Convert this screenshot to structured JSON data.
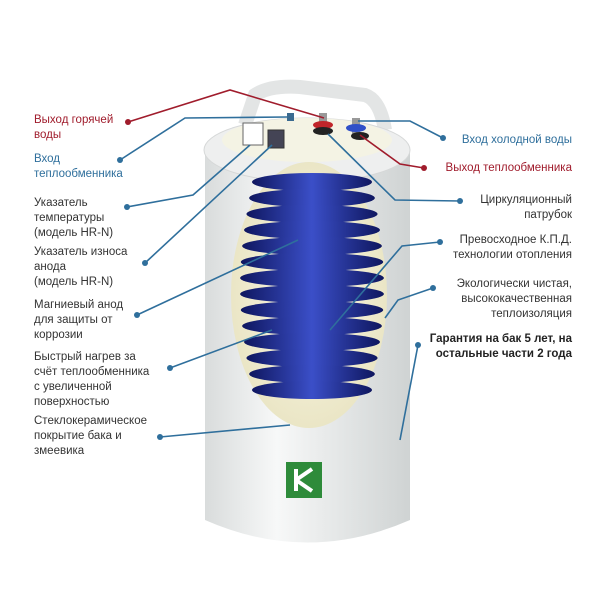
{
  "colors": {
    "red": "#a01c2c",
    "blue": "#2f6f9c",
    "coil": "#1d2a8a",
    "logo": "#2e8b3a"
  },
  "logo": {
    "letter": "K"
  },
  "labels_left": [
    {
      "id": "hot-water-out",
      "text": "Выход горячей\nводы"
    },
    {
      "id": "hx-in",
      "text": "Вход\nтеплообменника"
    },
    {
      "id": "temp-indicator",
      "text": "Указатель\nтемпературы\n(модель HR-N)"
    },
    {
      "id": "anode-indicator",
      "text": "Указатель износа\nанода\n(модель HR-N)"
    },
    {
      "id": "mg-anode",
      "text": "Магниевый анод\nдля защиты от\nкоррозии"
    },
    {
      "id": "fast-heating",
      "text": "Быстрый нагрев за\nсчёт теплообменника\nс увеличенной\nповерхностью"
    },
    {
      "id": "glass-ceramic",
      "text": "Стеклокерамическое\nпокрытие бака и\nзмеевика"
    }
  ],
  "labels_right": [
    {
      "id": "cold-water-in",
      "text": "Вход холодной воды"
    },
    {
      "id": "hx-out",
      "text": "Выход теплообменника"
    },
    {
      "id": "circulation",
      "text": "Циркуляционный\nпатрубок"
    },
    {
      "id": "efficiency",
      "text": "Превосходное К.П.Д.\nтехнологии отопления"
    },
    {
      "id": "insulation",
      "text": "Экологически чистая,\nвысококачественная\nтеплоизоляция"
    },
    {
      "id": "warranty",
      "text": "Гарантия на бак 5 лет, на\nостальные части 2 года"
    }
  ]
}
